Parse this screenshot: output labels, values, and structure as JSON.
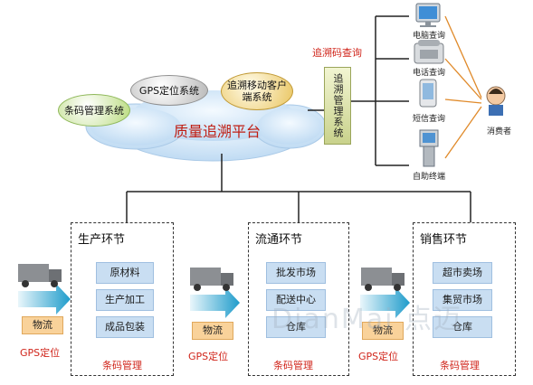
{
  "platform": {
    "title": "质量追溯平台",
    "oval_barcode": "条码管理系统",
    "oval_gps": "GPS定位系统",
    "oval_mobile": "追溯移动客户端系统",
    "trace_system": "追溯管理系统",
    "trace_code_query": "追溯码查询"
  },
  "queries": [
    {
      "label": "电脑查询",
      "icon": "computer-icon"
    },
    {
      "label": "电话查询",
      "icon": "telephone-icon"
    },
    {
      "label": "短信查询",
      "icon": "mobile-phone-icon"
    },
    {
      "label": "自助终端",
      "icon": "kiosk-icon"
    }
  ],
  "consumer": {
    "label": "消费者",
    "icon": "consumer-person-icon"
  },
  "stages": [
    {
      "title": "生产环节",
      "items": [
        "原材料",
        "生产加工",
        "成品包装"
      ],
      "footer": "条码管理"
    },
    {
      "title": "流通环节",
      "items": [
        "批发市场",
        "配送中心",
        "仓库"
      ],
      "footer": "条码管理"
    },
    {
      "title": "销售环节",
      "items": [
        "超市卖场",
        "集贸市场",
        "仓库"
      ],
      "footer": "条码管理"
    }
  ],
  "logistics": [
    {
      "box": "物流",
      "gps": "GPS定位",
      "icon": "truck-icon"
    },
    {
      "box": "物流",
      "gps": "GPS定位",
      "icon": "truck-icon"
    },
    {
      "box": "物流",
      "gps": "GPS定位",
      "icon": "truck-icon"
    }
  ],
  "watermark": "DianMai 点迈",
  "colors": {
    "accent_red": "#d0251b",
    "box_blue": "#c9def2",
    "box_orange": "#f9d29a",
    "arrow_teal": "#2aa7c9",
    "cloud_blue": "#cfe4f7"
  }
}
